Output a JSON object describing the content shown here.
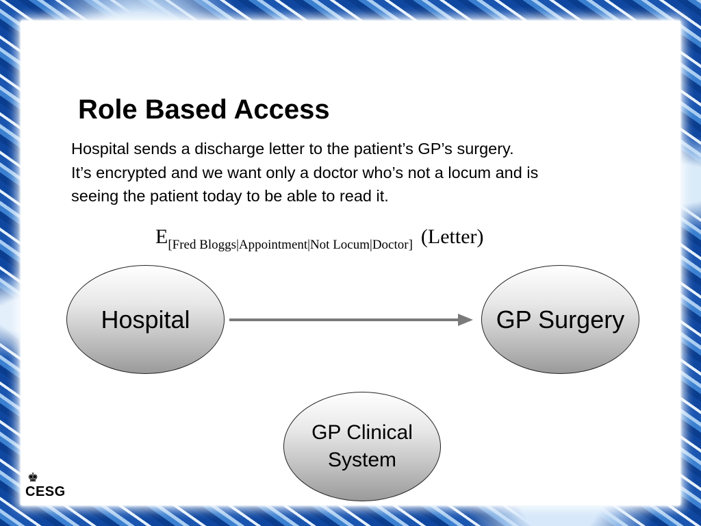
{
  "slide": {
    "title": "Role Based Access",
    "body_lines": [
      "Hospital sends a discharge letter to the patient’s GP’s surgery.",
      "It’s encrypted and we want only a doctor who’s not a locum and is",
      "seeing the patient today to be able to read it."
    ],
    "formula": {
      "symbol": "E",
      "subscript": "[Fred Bloggs|Appointment|Not Locum|Doctor]",
      "argument": "(Letter)"
    }
  },
  "diagram": {
    "nodes": {
      "hospital": "Hospital",
      "gp_surgery": "GP Surgery",
      "gp_clinical_line1": "GP Clinical",
      "gp_clinical_line2": "System"
    }
  },
  "logo": {
    "text": "CESG",
    "icon": "crown-icon"
  },
  "colors": {
    "border_blue": "#1b5bb6",
    "arrow": "#7a7a7a",
    "node_fill_light": "#ffffff",
    "node_fill_dark": "#9a9a9a"
  }
}
